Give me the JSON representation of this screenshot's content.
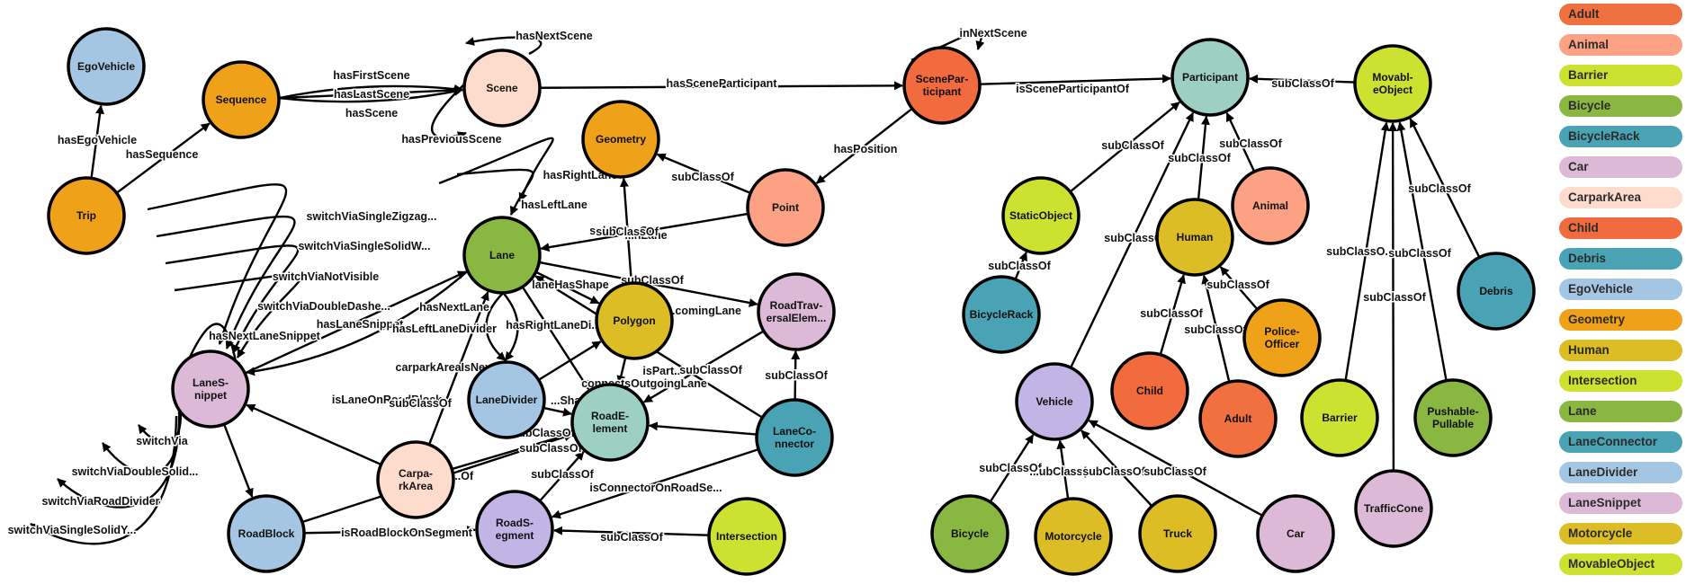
{
  "colors": {
    "Adult": "#f07040",
    "Animal": "#fca183",
    "Barrier": "#cde131",
    "Bicycle": "#8ab741",
    "BicycleRack": "#4aa3b4",
    "Car": "#dcb9d6",
    "CarparkArea": "#fedccd",
    "Child": "#f26b3f",
    "Debris": "#4aa3b4",
    "EgoVehicle": "#a5c6e2",
    "Geometry": "#efa11a",
    "Human": "#dcbd25",
    "Intersection": "#cde131",
    "Lane": "#8ab741",
    "LaneConnector": "#4aa3b4",
    "LaneDivider": "#a5c6e2",
    "LaneSnippet": "#dcb9d6",
    "Motorcycle": "#dcbd25",
    "MovableObject": "#cde131",
    "Participant": "#9ecfc3",
    "Point": "#fca183",
    "Polygon": "#dcbd25",
    "RoadBlock": "#a5c6e2",
    "RoadElement": "#9ecfc3",
    "RoadSegment": "#c3b4e6",
    "RoadTraversalElement": "#dcb9d6",
    "Scene": "#fedccd",
    "SceneParticipant": "#f26b3f",
    "Sequence": "#efa11a",
    "StaticObject": "#cde131",
    "Trip": "#efa11a",
    "Vehicle": "#c3b4e6",
    "PoliceOfficer": "#efa11a",
    "Truck": "#dcbd25",
    "Barrier2": "#cde131",
    "PushablePullable": "#8ab741",
    "TrafficCone": "#dcb9d6"
  },
  "legend": [
    "Adult",
    "Animal",
    "Barrier",
    "Bicycle",
    "BicycleRack",
    "Car",
    "CarparkArea",
    "Child",
    "Debris",
    "EgoVehicle",
    "Geometry",
    "Human",
    "Intersection",
    "Lane",
    "LaneConnector",
    "LaneDivider",
    "LaneSnippet",
    "Motorcycle",
    "MovableObject"
  ],
  "nodes": [
    {
      "id": "EgoVehicle",
      "label": [
        "EgoVehicle"
      ],
      "color": "EgoVehicle"
    },
    {
      "id": "Sequence",
      "label": [
        "Sequence"
      ],
      "color": "Sequence"
    },
    {
      "id": "Trip",
      "label": [
        "Trip"
      ],
      "color": "Trip"
    },
    {
      "id": "Scene",
      "label": [
        "Scene"
      ],
      "color": "Scene"
    },
    {
      "id": "SceneParticipant",
      "label": [
        "ScenePar-",
        "ticipant"
      ],
      "color": "SceneParticipant"
    },
    {
      "id": "Participant",
      "label": [
        "Participant"
      ],
      "color": "Participant"
    },
    {
      "id": "MovableObject",
      "label": [
        "Movabl-",
        "eObject"
      ],
      "color": "MovableObject"
    },
    {
      "id": "Geometry",
      "label": [
        "Geometry"
      ],
      "color": "Geometry"
    },
    {
      "id": "Point",
      "label": [
        "Point"
      ],
      "color": "Point"
    },
    {
      "id": "Lane",
      "label": [
        "Lane"
      ],
      "color": "Lane"
    },
    {
      "id": "Polygon",
      "label": [
        "Polygon"
      ],
      "color": "Polygon"
    },
    {
      "id": "RoadTraversalElement",
      "label": [
        "RoadTrav-",
        "ersalElem..."
      ],
      "color": "RoadTraversalElement"
    },
    {
      "id": "LaneSnippet",
      "label": [
        "LaneS-",
        "nippet"
      ],
      "color": "LaneSnippet"
    },
    {
      "id": "LaneDivider",
      "label": [
        "LaneDivider"
      ],
      "color": "LaneDivider"
    },
    {
      "id": "RoadElement",
      "label": [
        "RoadE-",
        "lement"
      ],
      "color": "RoadElement"
    },
    {
      "id": "LaneConnector",
      "label": [
        "LaneCo-",
        "nnector"
      ],
      "color": "LaneConnector"
    },
    {
      "id": "CarparkArea",
      "label": [
        "Carpa-",
        "rkArea"
      ],
      "color": "CarparkArea"
    },
    {
      "id": "RoadBlock",
      "label": [
        "RoadBlock"
      ],
      "color": "RoadBlock"
    },
    {
      "id": "RoadSegment",
      "label": [
        "RoadS-",
        "egment"
      ],
      "color": "RoadSegment"
    },
    {
      "id": "Intersection",
      "label": [
        "Intersection"
      ],
      "color": "Intersection"
    },
    {
      "id": "StaticObject",
      "label": [
        "StaticObject"
      ],
      "color": "StaticObject"
    },
    {
      "id": "BicycleRack",
      "label": [
        "BicycleRack"
      ],
      "color": "BicycleRack"
    },
    {
      "id": "Human",
      "label": [
        "Human"
      ],
      "color": "Human"
    },
    {
      "id": "Animal",
      "label": [
        "Animal"
      ],
      "color": "Animal"
    },
    {
      "id": "PoliceOfficer",
      "label": [
        "Police-",
        "Officer"
      ],
      "color": "PoliceOfficer"
    },
    {
      "id": "Child",
      "label": [
        "Child"
      ],
      "color": "Child"
    },
    {
      "id": "Adult",
      "label": [
        "Adult"
      ],
      "color": "Adult"
    },
    {
      "id": "Vehicle",
      "label": [
        "Vehicle"
      ],
      "color": "Vehicle"
    },
    {
      "id": "Bicycle",
      "label": [
        "Bicycle"
      ],
      "color": "Bicycle"
    },
    {
      "id": "Motorcycle",
      "label": [
        "Motorcycle"
      ],
      "color": "Motorcycle"
    },
    {
      "id": "Truck",
      "label": [
        "Truck"
      ],
      "color": "Truck"
    },
    {
      "id": "Car",
      "label": [
        "Car"
      ],
      "color": "Car"
    },
    {
      "id": "Barrier",
      "label": [
        "Barrier"
      ],
      "color": "Barrier2"
    },
    {
      "id": "PushablePullable",
      "label": [
        "Pushable-",
        "Pullable"
      ],
      "color": "PushablePullable"
    },
    {
      "id": "TrafficCone",
      "label": [
        "TrafficCone"
      ],
      "color": "TrafficCone"
    },
    {
      "id": "Debris",
      "label": [
        "Debris"
      ],
      "color": "Debris"
    }
  ],
  "edges": [
    {
      "from": "Trip",
      "to": "EgoVehicle",
      "label": "hasEgoVehicle"
    },
    {
      "from": "Trip",
      "to": "Sequence",
      "label": "hasSequence"
    },
    {
      "from": "Sequence",
      "to": "Scene",
      "label": "hasFirstScene"
    },
    {
      "from": "Sequence",
      "to": "Scene",
      "label": "hasLastScene"
    },
    {
      "from": "Sequence",
      "to": "Scene",
      "label": "hasScene"
    },
    {
      "from": "Scene",
      "to": "Scene",
      "label": "hasNextScene"
    },
    {
      "from": "Scene",
      "to": "Scene",
      "label": "hasPreviousScene"
    },
    {
      "from": "Scene",
      "to": "SceneParticipant",
      "label": "hasSceneParticipant"
    },
    {
      "from": "SceneParticipant",
      "to": "SceneParticipant",
      "label": "inNextScene"
    },
    {
      "from": "SceneParticipant",
      "to": "Participant",
      "label": "isSceneParticipantOf"
    },
    {
      "from": "SceneParticipant",
      "to": "Point",
      "label": "hasPosition"
    },
    {
      "from": "MovableObject",
      "to": "Participant",
      "label": "subClassOf"
    },
    {
      "from": "Point",
      "to": "Geometry",
      "label": "subClassOf"
    },
    {
      "from": "Point",
      "to": "Lane",
      "label": "...nLane"
    },
    {
      "from": "Polygon",
      "to": "Geometry",
      "label": "subClassOf"
    },
    {
      "from": "Lane",
      "to": "Lane",
      "label": "hasRightLane"
    },
    {
      "from": "Lane",
      "to": "Lane",
      "label": "hasLeftLane"
    },
    {
      "from": "LaneSnippet",
      "to": "LaneSnippet",
      "label": "switchViaSingleZigzag..."
    },
    {
      "from": "LaneSnippet",
      "to": "LaneSnippet",
      "label": "switchViaSingleSolidW..."
    },
    {
      "from": "LaneSnippet",
      "to": "LaneSnippet",
      "label": "switchViaNotVisible"
    },
    {
      "from": "LaneSnippet",
      "to": "LaneSnippet",
      "label": "switchViaDoubleDashe..."
    },
    {
      "from": "LaneSnippet",
      "to": "Lane",
      "label": "hasLaneSnippet"
    },
    {
      "from": "LaneSnippet",
      "to": "LaneSnippet",
      "label": "hasNextLaneSnippet"
    },
    {
      "from": "Lane",
      "to": "LaneSnippet",
      "label": "hasNextLane"
    },
    {
      "from": "Lane",
      "to": "LaneDivider",
      "label": "hasLeftLaneDivider"
    },
    {
      "from": "Lane",
      "to": "LaneDivider",
      "label": "hasRightLaneDi..."
    },
    {
      "from": "Lane",
      "to": "Polygon",
      "label": "laneHasShape"
    },
    {
      "from": "Lane",
      "to": "RoadElement",
      "label": "subClassOf"
    },
    {
      "from": "Lane",
      "to": "RoadTraversalElement",
      "label": "subClassOf"
    },
    {
      "from": "LaneConnector",
      "to": "Lane",
      "label": "...comingLane"
    },
    {
      "from": "LaneConnector",
      "to": "RoadTraversalElement",
      "label": "subClassOf"
    },
    {
      "from": "LaneConnector",
      "to": "RoadElement",
      "label": "connectsOutgoingLane"
    },
    {
      "from": "Polygon",
      "to": "RoadElement",
      "label": "isPart..."
    },
    {
      "from": "RoadTraversalElement",
      "to": "RoadElement",
      "label": "subClassOf"
    },
    {
      "from": "CarparkArea",
      "to": "Lane",
      "label": "carparkAreaIsNext..."
    },
    {
      "from": "LaneSnippet",
      "to": "LaneSnippet",
      "label": "switchVia"
    },
    {
      "from": "LaneSnippet",
      "to": "LaneSnippet",
      "label": "switchViaDoubleSolid..."
    },
    {
      "from": "LaneSnippet",
      "to": "LaneSnippet",
      "label": "switchViaRoadDivider"
    },
    {
      "from": "LaneSnippet",
      "to": "LaneSnippet",
      "label": "switchViaSingleSolidY..."
    },
    {
      "from": "LaneSnippet",
      "to": "RoadBlock",
      "label": "isLaneOnRoadBlock"
    },
    {
      "from": "LaneDivider",
      "to": "RoadElement",
      "label": "subClassOf"
    },
    {
      "from": "CarparkArea",
      "to": "RoadElement",
      "label": "subClassOf"
    },
    {
      "from": "CarparkArea",
      "to": "LaneSnippet",
      "label": "...Of"
    },
    {
      "from": "LaneDivider",
      "to": "Polygon",
      "label": "...Shape"
    },
    {
      "from": "RoadBlock",
      "to": "RoadSegment",
      "label": "isRoadBlockOnSegment"
    },
    {
      "from": "RoadBlock",
      "to": "RoadElement",
      "label": "subClassOf"
    },
    {
      "from": "RoadSegment",
      "to": "RoadElement",
      "label": "subClassOf"
    },
    {
      "from": "Intersection",
      "to": "RoadSegment",
      "label": "subClassOf"
    },
    {
      "from": "LaneConnector",
      "to": "RoadSegment",
      "label": "isConnectorOnRoadSe..."
    },
    {
      "from": "StaticObject",
      "to": "Participant",
      "label": "subClassOf"
    },
    {
      "from": "BicycleRack",
      "to": "StaticObject",
      "label": "subClassOf"
    },
    {
      "from": "Human",
      "to": "Participant",
      "label": "subClassOf"
    },
    {
      "from": "Animal",
      "to": "Participant",
      "label": "subClassOf"
    },
    {
      "from": "Vehicle",
      "to": "Participant",
      "label": "subClassOf"
    },
    {
      "from": "PoliceOfficer",
      "to": "Human",
      "label": "subClassOf"
    },
    {
      "from": "Child",
      "to": "Human",
      "label": "subClassOf"
    },
    {
      "from": "Adult",
      "to": "Human",
      "label": "subClassOf"
    },
    {
      "from": "Bicycle",
      "to": "Vehicle",
      "label": "subClassOf"
    },
    {
      "from": "Motorcycle",
      "to": "Vehicle",
      "label": "...ubClass("
    },
    {
      "from": "Truck",
      "to": "Vehicle",
      "label": "subClassOf"
    },
    {
      "from": "Car",
      "to": "Vehicle",
      "label": "subClassOf"
    },
    {
      "from": "Barrier",
      "to": "MovableObject",
      "label": "subClassO..."
    },
    {
      "from": "PushablePullable",
      "to": "MovableObject",
      "label": "subClassOf"
    },
    {
      "from": "TrafficCone",
      "to": "MovableObject",
      "label": "subClassOf"
    },
    {
      "from": "Debris",
      "to": "MovableObject",
      "label": "subClassOf"
    }
  ]
}
